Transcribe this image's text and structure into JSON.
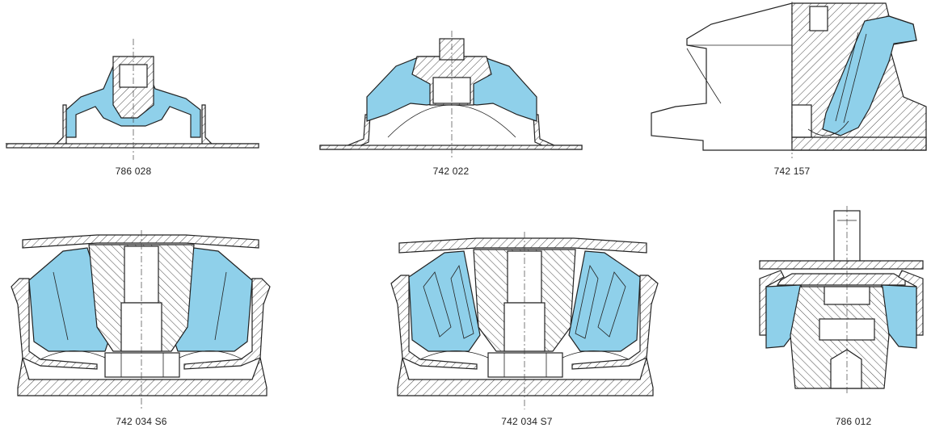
{
  "parts": [
    {
      "id": "part-1",
      "label": "786 028"
    },
    {
      "id": "part-2",
      "label": "742 022"
    },
    {
      "id": "part-3",
      "label": "742 157"
    },
    {
      "id": "part-4",
      "label": "742 034 S6"
    },
    {
      "id": "part-5",
      "label": "742 034 S7"
    },
    {
      "id": "part-6",
      "label": "786 012"
    }
  ],
  "colors": {
    "rubber": "#8fd0ea",
    "outline": "#222222",
    "hatch": "#333333"
  }
}
